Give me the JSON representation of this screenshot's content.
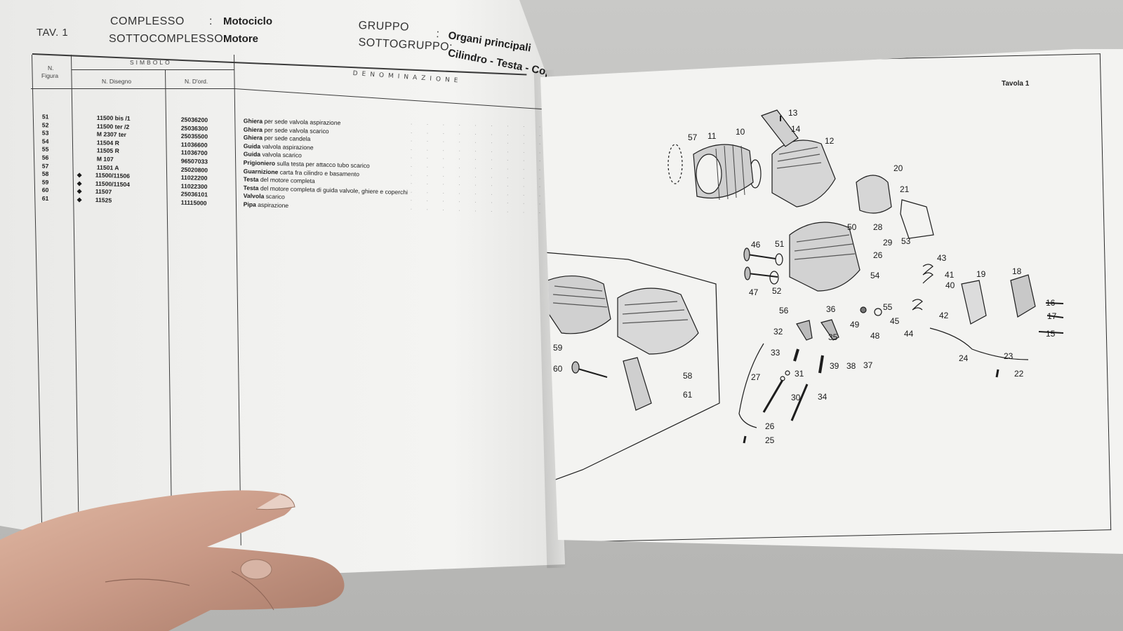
{
  "header": {
    "tav_label": "TAV. 1",
    "complesso_label": "COMPLESSO",
    "complesso_value": "Motociclo",
    "sottocomplesso_label": "SOTTOCOMPLESSO:",
    "sottocomplesso_value": "Motore",
    "gruppo_label": "GRUPPO",
    "gruppo_value": "Organi principali",
    "sottogruppo_label": "SOTTOGRUPPO:",
    "sottogruppo_value": "Cilindro - Testa - Coperchi",
    "colon": ":"
  },
  "table": {
    "col_n": "N.",
    "col_figura": "Figura",
    "col_simbolo": "SIMBOLO",
    "col_disegno": "N. Disegno",
    "col_ord": "N. D'ord.",
    "col_denominazione": "DENOMINAZIONE",
    "rows": [
      {
        "fig": "51",
        "mark": "",
        "disegno": "11500 bis /1",
        "ord": "25036200",
        "name": "Ghiera",
        "desc": "per sede valvola aspirazione"
      },
      {
        "fig": "52",
        "mark": "",
        "disegno": "11500 ter /2",
        "ord": "25036300",
        "name": "Ghiera",
        "desc": "per sede valvola scarico"
      },
      {
        "fig": "53",
        "mark": "",
        "disegno": "M 2307 ter",
        "ord": "25035500",
        "name": "Ghiera",
        "desc": "per sede candela"
      },
      {
        "fig": "54",
        "mark": "",
        "disegno": "11504 R",
        "ord": "11036600",
        "name": "Guida",
        "desc": "valvola aspirazione"
      },
      {
        "fig": "55",
        "mark": "",
        "disegno": "11505 R",
        "ord": "11036700",
        "name": "Guida",
        "desc": "valvola scarico"
      },
      {
        "fig": "56",
        "mark": "",
        "disegno": "M 107",
        "ord": "96507033",
        "name": "Prigioniero",
        "desc": "sulla testa per attacco tubo scarico"
      },
      {
        "fig": "57",
        "mark": "",
        "disegno": "11501 A",
        "ord": "25020800",
        "name": "Guarnizione",
        "desc": "carta fra cilindro e basamento"
      },
      {
        "fig": "58",
        "mark": "◆",
        "disegno": "11500/11506",
        "ord": "11022200",
        "name": "Testa",
        "desc": "del motore completa"
      },
      {
        "fig": "59",
        "mark": "◆",
        "disegno": "11500/11504",
        "ord": "11022300",
        "name": "Testa",
        "desc": "del motore completa di guida valvole, ghiere e coperchi"
      },
      {
        "fig": "60",
        "mark": "◆",
        "disegno": "11507",
        "ord": "25036101",
        "name": "Valvola",
        "desc": "scarico"
      },
      {
        "fig": "61",
        "mark": "◆",
        "disegno": "11525",
        "ord": "11115000",
        "name": "Pipa",
        "desc": "aspirazione"
      }
    ]
  },
  "diagram": {
    "title": "Tavola 1",
    "labels": [
      "57",
      "11",
      "10",
      "13",
      "14",
      "12",
      "20",
      "21",
      "28",
      "29",
      "26",
      "53",
      "50",
      "46",
      "51",
      "47",
      "52",
      "43",
      "41",
      "40",
      "19",
      "18",
      "16",
      "17",
      "15",
      "54",
      "55",
      "45",
      "42",
      "44",
      "56",
      "36",
      "49",
      "48",
      "32",
      "35",
      "33",
      "39",
      "38",
      "37",
      "31",
      "30",
      "34",
      "24",
      "23",
      "22",
      "27",
      "26",
      "25",
      "59",
      "60",
      "58",
      "61"
    ]
  },
  "colors": {
    "paper": "#f3f3f1",
    "ink": "#1a1a1a",
    "background": "#c4c4c2",
    "skin": "#c99a87"
  }
}
